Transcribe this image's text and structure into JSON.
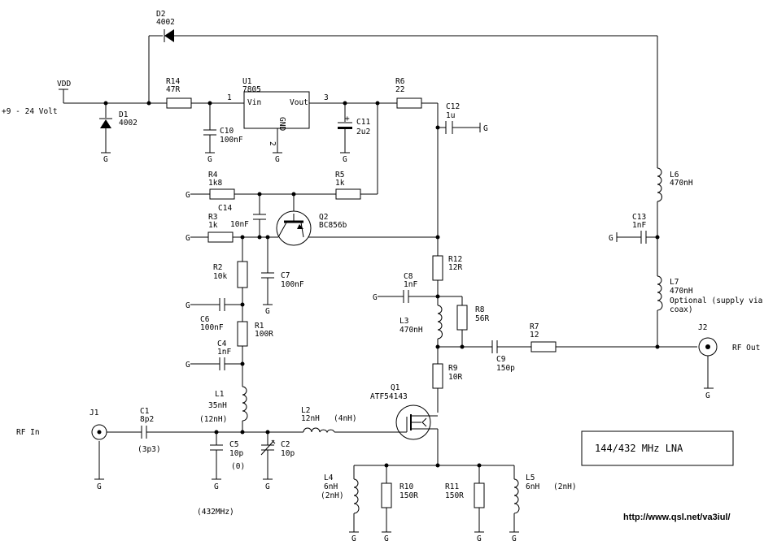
{
  "supply": {
    "vdd": "VDD",
    "range": "+9 - 24 Volt"
  },
  "title": "144/432 MHz LNA",
  "url": "http://www.qsl.net/va3iul/",
  "ports": {
    "j1": "J1",
    "j2": "J2",
    "rf_in": "RF In",
    "rf_out": "RF Out"
  },
  "gnd": "G",
  "components": {
    "D2": {
      "ref": "D2",
      "val": "4002"
    },
    "D1": {
      "ref": "D1",
      "val": "4002"
    },
    "R14": {
      "ref": "R14",
      "val": "47R"
    },
    "U1": {
      "ref": "U1",
      "val": "7805",
      "vin": "Vin",
      "vout": "Vout",
      "gnd": "GND",
      "pin1": "1",
      "pin2": "2",
      "pin3": "3"
    },
    "R6": {
      "ref": "R6",
      "val": "22"
    },
    "C12": {
      "ref": "C12",
      "val": "1u"
    },
    "C10": {
      "ref": "C10",
      "val": "100nF"
    },
    "C11": {
      "ref": "C11",
      "val": "2u2",
      "plus": "+"
    },
    "R4": {
      "ref": "R4",
      "val": "1k8"
    },
    "R5": {
      "ref": "R5",
      "val": "1k"
    },
    "C14": {
      "ref": "C14",
      "val": "10nF"
    },
    "R3": {
      "ref": "R3",
      "val": "1k"
    },
    "Q2": {
      "ref": "Q2",
      "val": "BC856b"
    },
    "R2": {
      "ref": "R2",
      "val": "10k"
    },
    "C7": {
      "ref": "C7",
      "val": "100nF"
    },
    "R12": {
      "ref": "R12",
      "val": "12R"
    },
    "C8": {
      "ref": "C8",
      "val": "1nF"
    },
    "C6": {
      "ref": "C6",
      "val": "100nF"
    },
    "R1": {
      "ref": "R1",
      "val": "100R"
    },
    "L3": {
      "ref": "L3",
      "val": "470nH"
    },
    "R8": {
      "ref": "R8",
      "val": "56R"
    },
    "R7": {
      "ref": "R7",
      "val": "12"
    },
    "C4": {
      "ref": "C4",
      "val": "1nF"
    },
    "C9": {
      "ref": "C9",
      "val": "150p"
    },
    "R9": {
      "ref": "R9",
      "val": "10R"
    },
    "L1": {
      "ref": "L1",
      "val": "35nH",
      "alt": "(12nH)"
    },
    "Q1": {
      "ref": "Q1",
      "val": "ATF54143"
    },
    "C1": {
      "ref": "C1",
      "val": "8p2",
      "alt": "(3p3)"
    },
    "L2": {
      "ref": "L2",
      "val": "12nH",
      "alt": "(4nH)"
    },
    "C5": {
      "ref": "C5",
      "val": "10p",
      "alt": "(0)",
      "note": "(432MHz)"
    },
    "C2": {
      "ref": "C2",
      "val": "10p"
    },
    "L4": {
      "ref": "L4",
      "val": "6nH",
      "alt": "(2nH)"
    },
    "R10": {
      "ref": "R10",
      "val": "150R"
    },
    "R11": {
      "ref": "R11",
      "val": "150R"
    },
    "L5": {
      "ref": "L5",
      "val": "6nH",
      "alt": "(2nH)"
    },
    "L6": {
      "ref": "L6",
      "val": "470nH"
    },
    "C13": {
      "ref": "C13",
      "val": "1nF"
    },
    "L7": {
      "ref": "L7",
      "val": "470nH",
      "note1": "Optional (supply via",
      "note2": "coax)"
    }
  }
}
